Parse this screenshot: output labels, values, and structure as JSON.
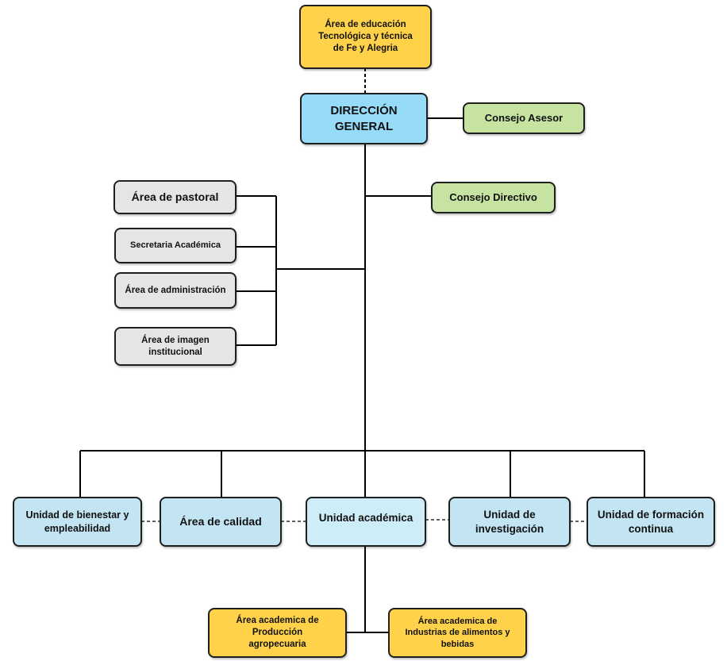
{
  "nodes": {
    "education_area": "Área de educación Tecnológica y técnica de Fe y Alegria",
    "general_direction": "DIRECCIÓN GENERAL",
    "advisory_council": "Consejo Asesor",
    "executive_council": "Consejo Directivo",
    "pastoral_area": "Área de pastoral",
    "academic_secretariat": "Secretaria Académica",
    "administration_area": "Área de administración",
    "institutional_image_area": "Área de imagen institucional",
    "wellbeing_unit": "Unidad de bienestar y empleabilidad",
    "quality_area": "Área de calidad",
    "academic_unit": "Unidad académica",
    "research_unit": "Unidad de investigación",
    "continuing_education_unit": "Unidad de formación continua",
    "agro_production_area": "Área academica de Producción agropecuaria",
    "food_industries_area": "Área academica de Industrias de alimentos y bebidas"
  },
  "colors": {
    "yellow": "#ffd24a",
    "blue": "#96dcf8",
    "green": "#c6e3a2",
    "grey": "#e5e5e5",
    "light_blue": "#c3e4f3",
    "line": "#000000"
  }
}
